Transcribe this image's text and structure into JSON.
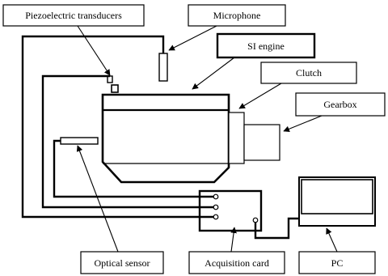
{
  "labels": {
    "piezoelectric_transducers": "Piezoelectric transducers",
    "microphone": "Microphone",
    "si_engine": "SI engine",
    "clutch": "Clutch",
    "gearbox": "Gearbox",
    "optical_sensor": "Optical sensor",
    "acquisition_card": "Acquisition card",
    "pc": "PC"
  }
}
